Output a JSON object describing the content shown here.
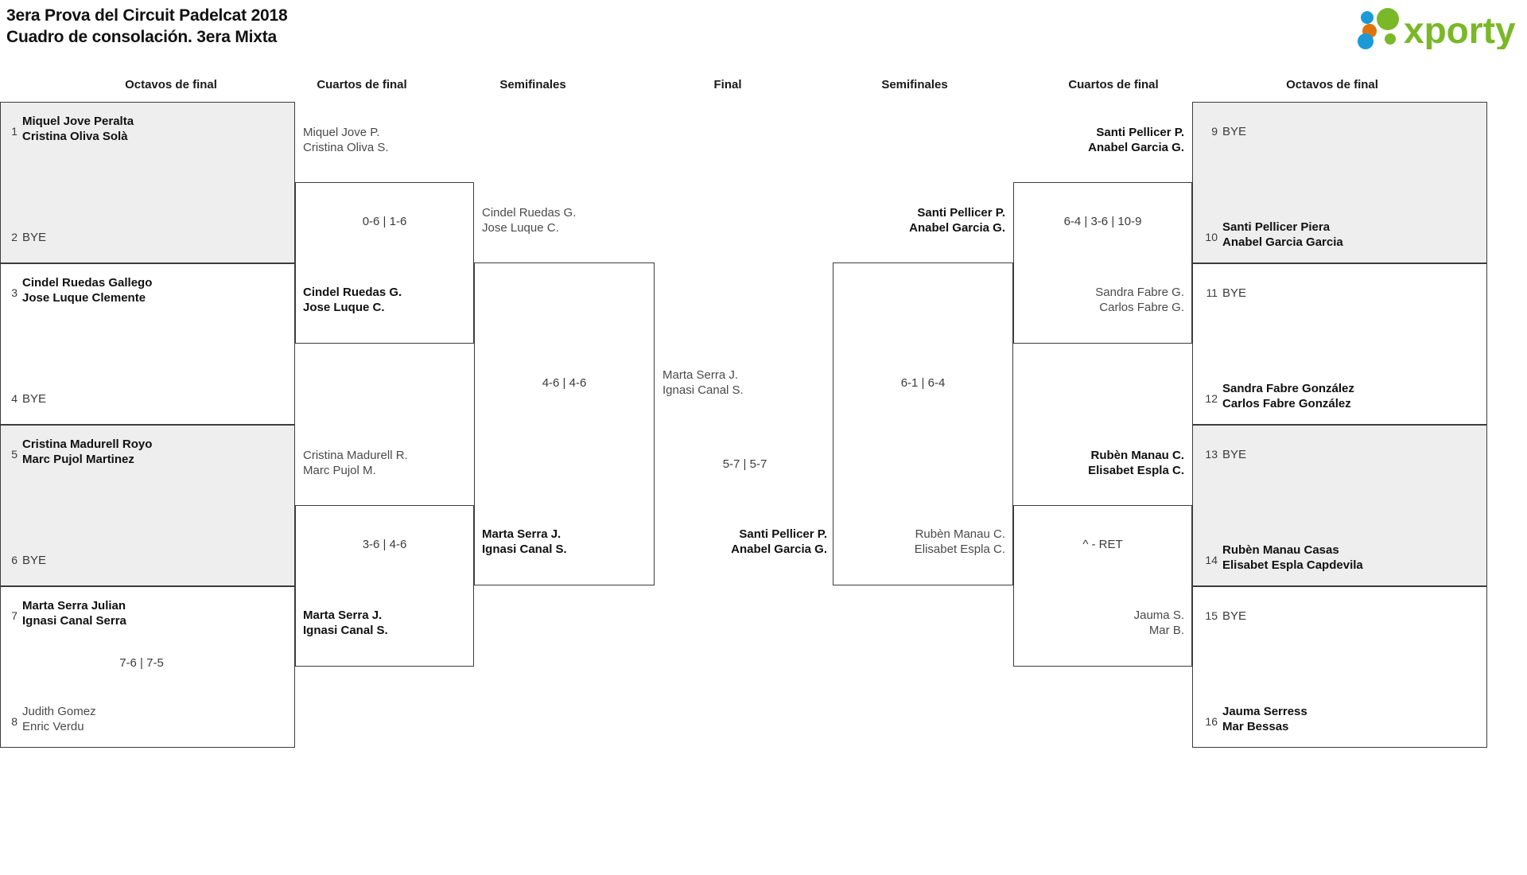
{
  "header": {
    "title_line1": "3era Prova del Circuit Padelcat 2018",
    "title_line2": "Cuadro de consolación. 3era Mixta",
    "logo_text": "xporty",
    "logo_colors": {
      "blue": "#1c9ad6",
      "orange": "#e2720c",
      "green": "#7ab828"
    }
  },
  "round_headers": {
    "r1_left": "Octavos de final",
    "r2_left": "Cuartos de final",
    "r3_left": "Semifinales",
    "final": "Final",
    "r3_right": "Semifinales",
    "r2_right": "Cuartos de final",
    "r1_right": "Octavos de final"
  },
  "labels": {
    "bye": "BYE"
  },
  "seeds_left": [
    {
      "no": "1",
      "line1": "Miquel Jove Peralta",
      "line2": "Cristina Oliva Solà",
      "bye": false
    },
    {
      "no": "2",
      "line1": "BYE",
      "line2": "",
      "bye": true
    },
    {
      "no": "3",
      "line1": "Cindel Ruedas Gallego",
      "line2": "Jose Luque Clemente",
      "bye": false
    },
    {
      "no": "4",
      "line1": "BYE",
      "line2": "",
      "bye": true
    },
    {
      "no": "5",
      "line1": "Cristina Madurell Royo",
      "line2": "Marc Pujol Martinez",
      "bye": false
    },
    {
      "no": "6",
      "line1": "BYE",
      "line2": "",
      "bye": true
    },
    {
      "no": "7",
      "line1": "Marta Serra Julian",
      "line2": "Ignasi Canal Serra",
      "bye": false
    },
    {
      "no": "8",
      "line1": "Judith Gomez",
      "line2": "Enric Verdu",
      "bye": false
    }
  ],
  "seeds_right": [
    {
      "no": "9",
      "line1": "BYE",
      "line2": "",
      "bye": true
    },
    {
      "no": "10",
      "line1": "Santi Pellicer Piera",
      "line2": "Anabel Garcia Garcia",
      "bye": false
    },
    {
      "no": "11",
      "line1": "BYE",
      "line2": "",
      "bye": true
    },
    {
      "no": "12",
      "line1": "Sandra Fabre González",
      "line2": "Carlos Fabre González",
      "bye": false
    },
    {
      "no": "13",
      "line1": "BYE",
      "line2": "",
      "bye": true
    },
    {
      "no": "14",
      "line1": "Rubèn Manau Casas",
      "line2": "Elisabet Espla Capdevila",
      "bye": false
    },
    {
      "no": "15",
      "line1": "BYE",
      "line2": "",
      "bye": true
    },
    {
      "no": "16",
      "line1": "Jauma Serress",
      "line2": "Mar Bessas",
      "bye": false
    }
  ],
  "scores": {
    "r1_left_m4": "7-6 | 7-5",
    "r2_left_m1": "0-6 | 1-6",
    "r2_left_m2": "3-6 | 4-6",
    "r3_left": "4-6 | 4-6",
    "final": "5-7 | 5-7",
    "r3_right": "6-1 | 6-4",
    "r2_right_m1": "6-4 | 3-6 | 10-9",
    "r2_right_m2": "^ - RET"
  },
  "r2_left": {
    "m1_top_l1": "Miquel Jove P.",
    "m1_top_l2": "Cristina Oliva S.",
    "m1_bot_l1": "Cindel Ruedas G.",
    "m1_bot_l2": "Jose Luque C.",
    "m2_top_l1": "Cristina Madurell R.",
    "m2_top_l2": "Marc Pujol M.",
    "m2_bot_l1": "Marta Serra J.",
    "m2_bot_l2": "Ignasi Canal S."
  },
  "r3_left": {
    "top_l1": "Cindel Ruedas G.",
    "top_l2": "Jose Luque C.",
    "bot_l1": "Marta Serra J.",
    "bot_l2": "Ignasi Canal S."
  },
  "final_block": {
    "top_l1": "Marta Serra J.",
    "top_l2": "Ignasi Canal S.",
    "bot_l1": "Santi Pellicer P.",
    "bot_l2": "Anabel Garcia G."
  },
  "r3_right": {
    "top_l1": "Santi Pellicer P.",
    "top_l2": "Anabel Garcia G.",
    "bot_l1": "Rubèn Manau C.",
    "bot_l2": "Elisabet Espla C."
  },
  "r2_right": {
    "m1_top_l1": "Santi Pellicer P.",
    "m1_top_l2": "Anabel Garcia G.",
    "m1_bot_l1": "Sandra Fabre G.",
    "m1_bot_l2": "Carlos Fabre G.",
    "m2_top_l1": "Rubèn Manau C.",
    "m2_top_l2": "Elisabet Espla C.",
    "m2_bot_l1": "Jauma S.",
    "m2_bot_l2": "Mar B."
  }
}
